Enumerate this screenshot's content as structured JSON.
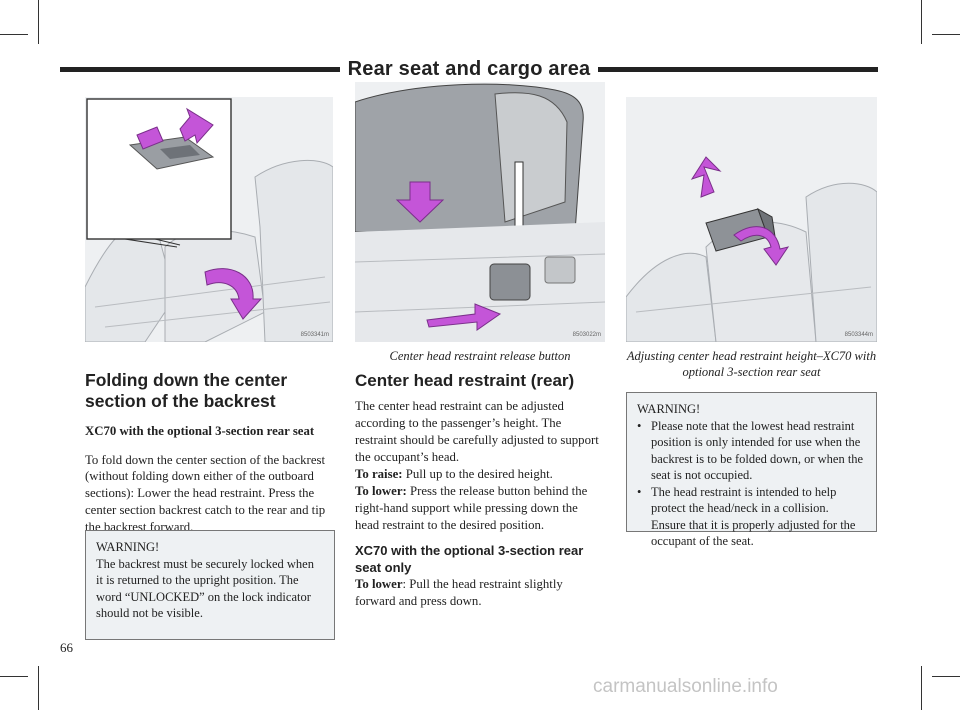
{
  "header": {
    "title": "Rear seat and cargo area"
  },
  "figures": [
    {
      "code": "8503341m",
      "caption": ""
    },
    {
      "code": "8503022m",
      "caption": "Center  head restraint release button"
    },
    {
      "code": "8503344m",
      "caption": "Adjusting center  head restraint height–XC70 with optional 3-section rear seat"
    }
  ],
  "col1": {
    "heading": "Folding down the center section of the backrest",
    "subheading": "XC70 with the optional 3-section rear seat",
    "body": "To fold down the center section of the backrest (without folding down either of the outboard sections): Lower the head restraint. Press the center section backrest catch to the rear and tip the backrest forward.",
    "warning_title": "WARNING!",
    "warning_text": "The backrest must be securely locked when it is returned to the upright position. The word “UNLOCKED” on the lock indicator should not be visible."
  },
  "col2": {
    "heading": "Center head restraint (rear)",
    "body": "The center head restraint can be adjusted according to the passenger’s height. The restraint should be carefully adjusted to support the occupant’s head.",
    "raise_label": "To raise:",
    "raise_text": "Pull up to the desired height.",
    "lower_label": "To lower:",
    "lower_text": "Press the release button behind the right-hand support while pressing down the head restraint to the desired position.",
    "subheading": "XC70 with the optional 3-section rear seat only",
    "lower2_label": "To lower",
    "lower2_text": ": Pull the head restraint slightly forward and press down."
  },
  "col3": {
    "warning_title": "WARNING!",
    "warning_items": [
      "Please note that the lowest head restraint position is only intended for use when the backrest is to be folded down, or when the seat is not occupied.",
      "The head restraint is intended to help protect the head/neck in a collision. Ensure that it is properly adjusted for the occupant of the seat."
    ]
  },
  "page_number": "66",
  "watermark": "carmanualsonline.info",
  "colors": {
    "accent": "#c455d8",
    "panel": "#eef1f3"
  }
}
